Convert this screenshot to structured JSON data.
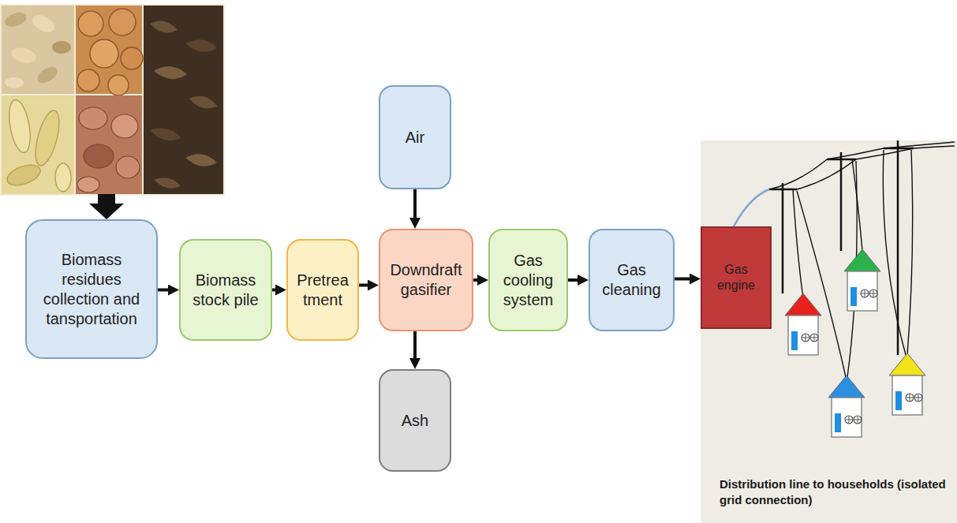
{
  "diagram": {
    "nodes": [
      {
        "text": [
          "Biomass residues collection and tansportation"
        ]
      },
      {
        "text": [
          "Biomass stock pile"
        ]
      },
      {
        "text": [
          "Pretrea tment"
        ]
      },
      {
        "text": [
          "Air"
        ]
      },
      {
        "text": [
          "Downdraft gasifier"
        ]
      },
      {
        "text": [
          "Ash"
        ]
      },
      {
        "text": [
          "Gas cooling system"
        ]
      },
      {
        "text": [
          "Gas cleaning"
        ]
      },
      {
        "text": [
          "Gas engine"
        ]
      }
    ],
    "edges": [
      {
        "from": 0,
        "to": 1,
        "arrow": "to"
      },
      {
        "from": 1,
        "to": 2,
        "arrow": "to"
      },
      {
        "from": 2,
        "to": 4,
        "arrow": "to"
      },
      {
        "from": 3,
        "to": 4,
        "arrow": "to"
      },
      {
        "from": 4,
        "to": 5,
        "arrow": "to"
      },
      {
        "from": 4,
        "to": 6,
        "arrow": "to"
      },
      {
        "from": 6,
        "to": 7,
        "arrow": "to"
      },
      {
        "from": 7,
        "to": 8,
        "arrow": "to"
      }
    ],
    "labels": [
      "Distribution line to households (isolated grid connection)"
    ]
  }
}
